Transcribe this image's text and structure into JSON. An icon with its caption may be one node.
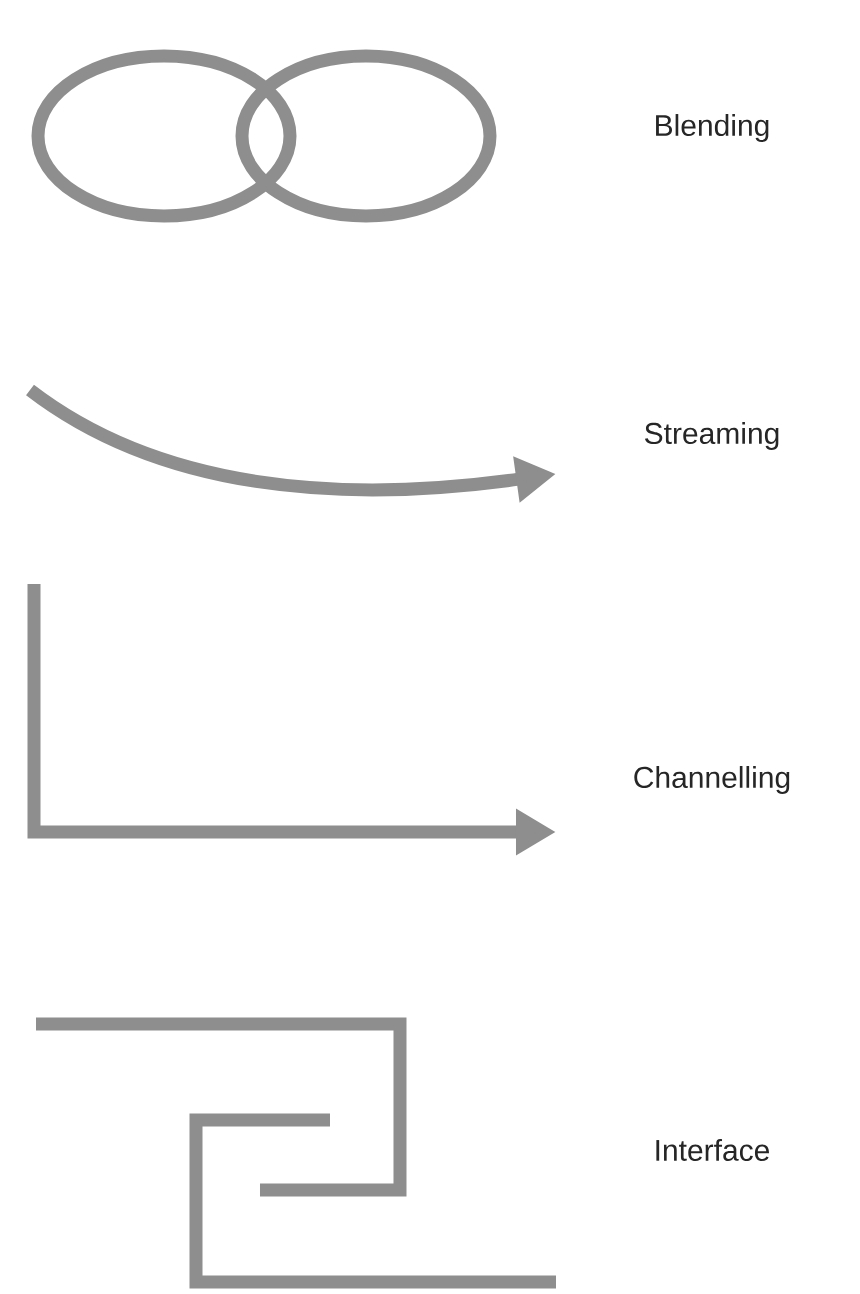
{
  "diagram": {
    "labels": [
      "Blending",
      "Streaming",
      "Channelling",
      "Interface"
    ]
  }
}
